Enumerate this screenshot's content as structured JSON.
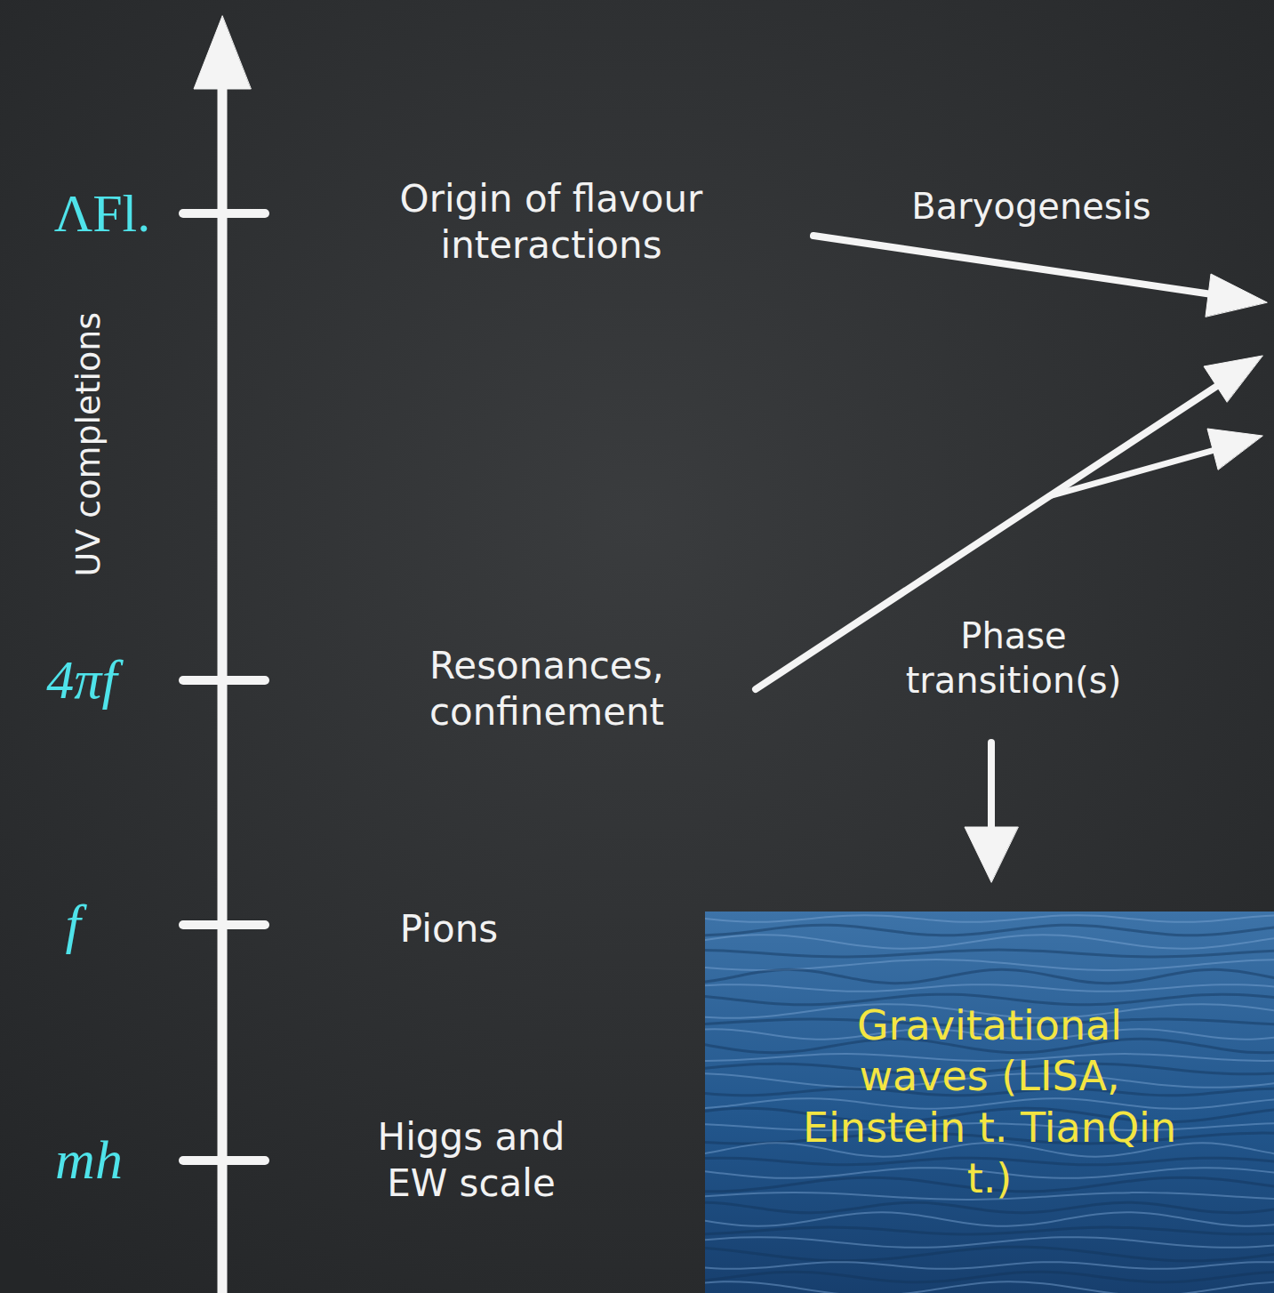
{
  "diagram": {
    "nodes": [
      {
        "text": [
          "Gravitational waves (LISA, Einstein t. TianQin t.)"
        ]
      }
    ],
    "labels": [
      "ΛFl.",
      "4πf",
      "f",
      "mh",
      "UV completions",
      "Origin of flavour interactions",
      "Baryogenesis",
      "Resonances, confinement",
      "Phase transition(s)",
      "Pions",
      "Higgs and EW scale"
    ]
  }
}
